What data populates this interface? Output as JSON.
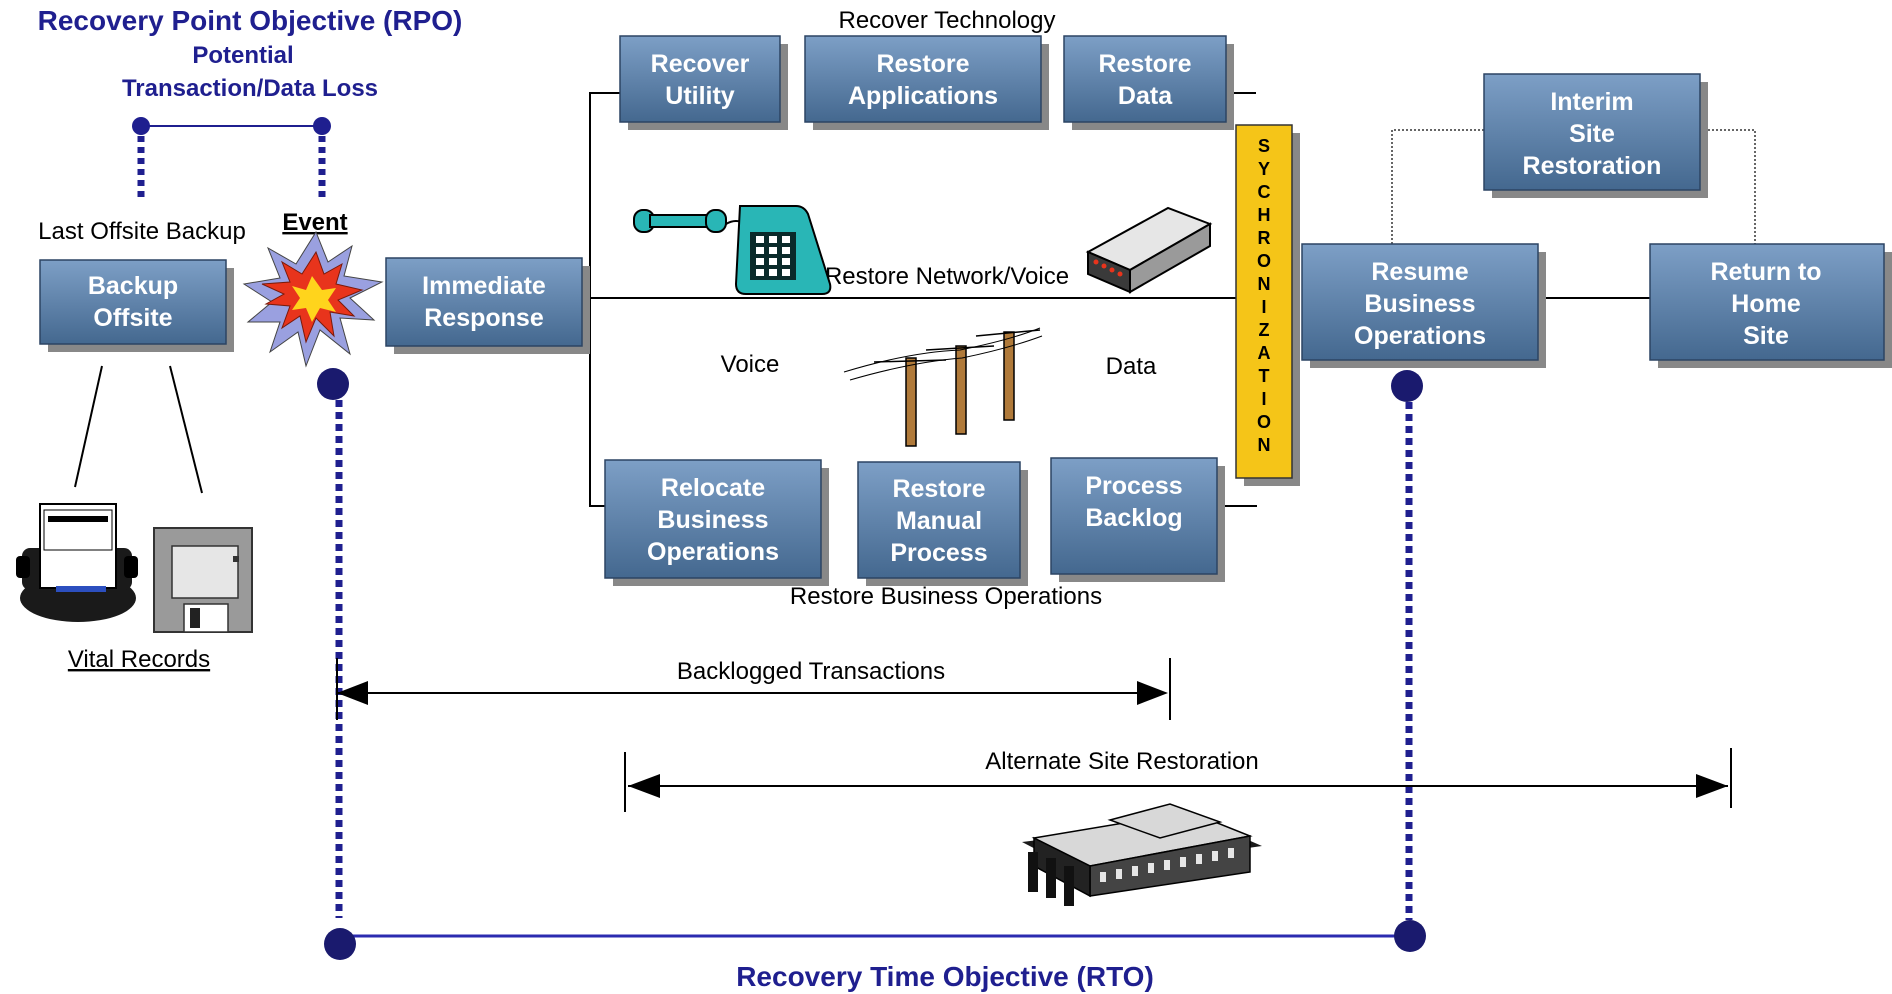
{
  "rpo": {
    "title": "Recovery Point Objective (RPO)",
    "subtitle_line1": "Potential",
    "subtitle_line2": "Transaction/Data Loss"
  },
  "rto": {
    "title": "Recovery Time Objective (RTO)"
  },
  "labels": {
    "last_offsite_backup": "Last Offsite Backup",
    "event": "Event",
    "vital_records": "Vital Records",
    "recover_technology": "Recover Technology",
    "restore_network_voice": "Restore Network/Voice",
    "voice": "Voice",
    "data": "Data",
    "restore_business_operations": "Restore Business Operations",
    "backlogged_transactions": "Backlogged Transactions",
    "alternate_site_restoration": "Alternate Site Restoration"
  },
  "boxes": {
    "backup_offsite": [
      "Backup",
      "Offsite"
    ],
    "immediate_response": [
      "Immediate",
      "Response"
    ],
    "recover_utility": [
      "Recover",
      "Utility"
    ],
    "restore_applications": [
      "Restore",
      "Applications"
    ],
    "restore_data": [
      "Restore",
      "Data"
    ],
    "relocate_business_operations": [
      "Relocate",
      "Business",
      "Operations"
    ],
    "restore_manual_process": [
      "Restore",
      "Manual",
      "Process"
    ],
    "process_backlog": [
      "Process",
      "Backlog"
    ],
    "interim_site_restoration": [
      "Interim",
      "Site",
      "Restoration"
    ],
    "resume_business_operations": [
      "Resume",
      "Business",
      "Operations"
    ],
    "return_to_home_site": [
      "Return to",
      "Home",
      "Site"
    ]
  },
  "synchronization": [
    "S",
    "Y",
    "C",
    "H",
    "R",
    "O",
    "N",
    "I",
    "Z",
    "A",
    "T",
    "I",
    "O",
    "N"
  ],
  "colors": {
    "box_top": "#7d9fc6",
    "box_bottom": "#44688f",
    "navy": "#1f1f8f",
    "sync_fill": "#f5c518",
    "rto_line": "#2b2bb0"
  },
  "icons": [
    "explosion-icon",
    "telephone-icon",
    "modem-icon",
    "utility-poles-icon",
    "rolodex-icon",
    "floppy-disk-icon",
    "building-icon"
  ]
}
